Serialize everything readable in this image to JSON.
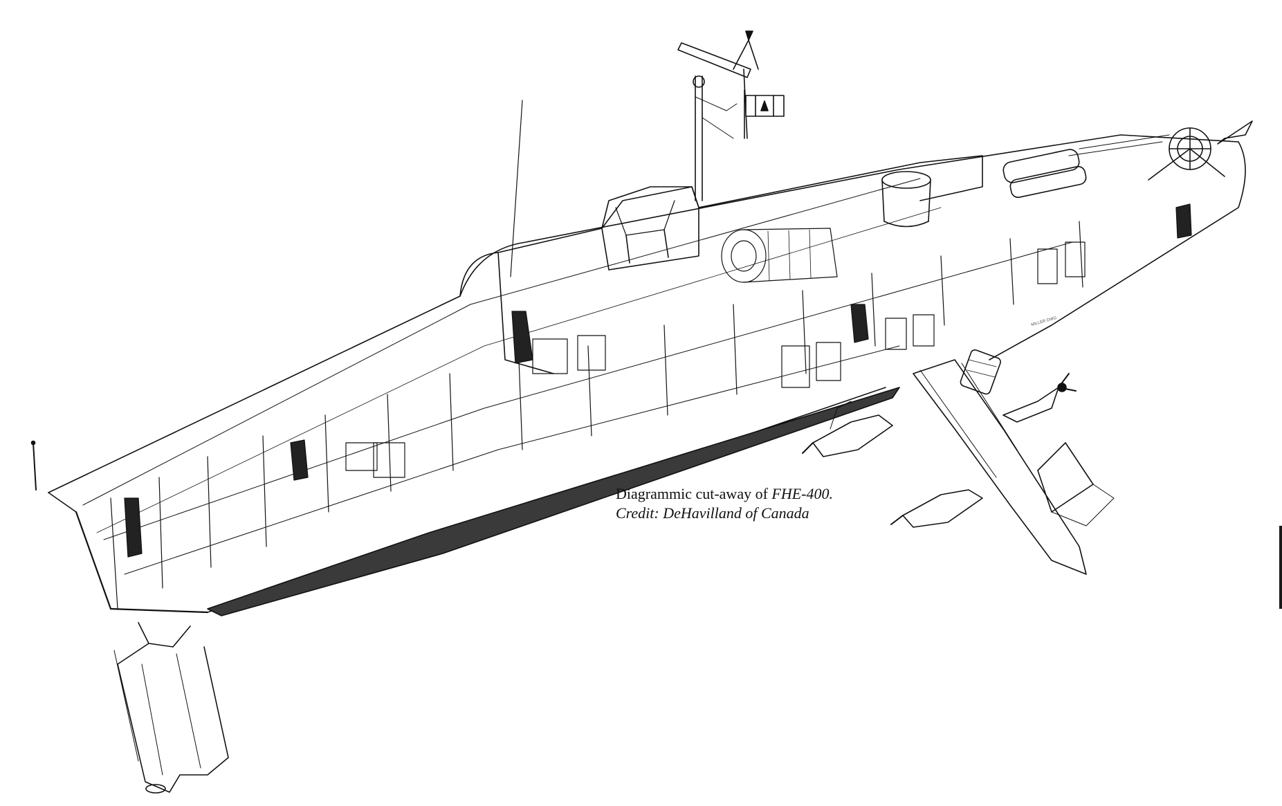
{
  "caption": {
    "line1_prefix": "Diagrammic cut-away of ",
    "line1_vessel": "FHE-400.",
    "line2": "Credit: DeHavilland of Canada"
  },
  "signature": "MILLER DWG",
  "colors": {
    "ink": "#111111",
    "hull_shadow": "#3a3a3a",
    "paper": "#ffffff",
    "flag_red": "#222222"
  },
  "icons": {
    "flag": "maple-leaf-flag-icon",
    "radar": "radar-antenna-icon",
    "propeller": "propeller-icon"
  }
}
